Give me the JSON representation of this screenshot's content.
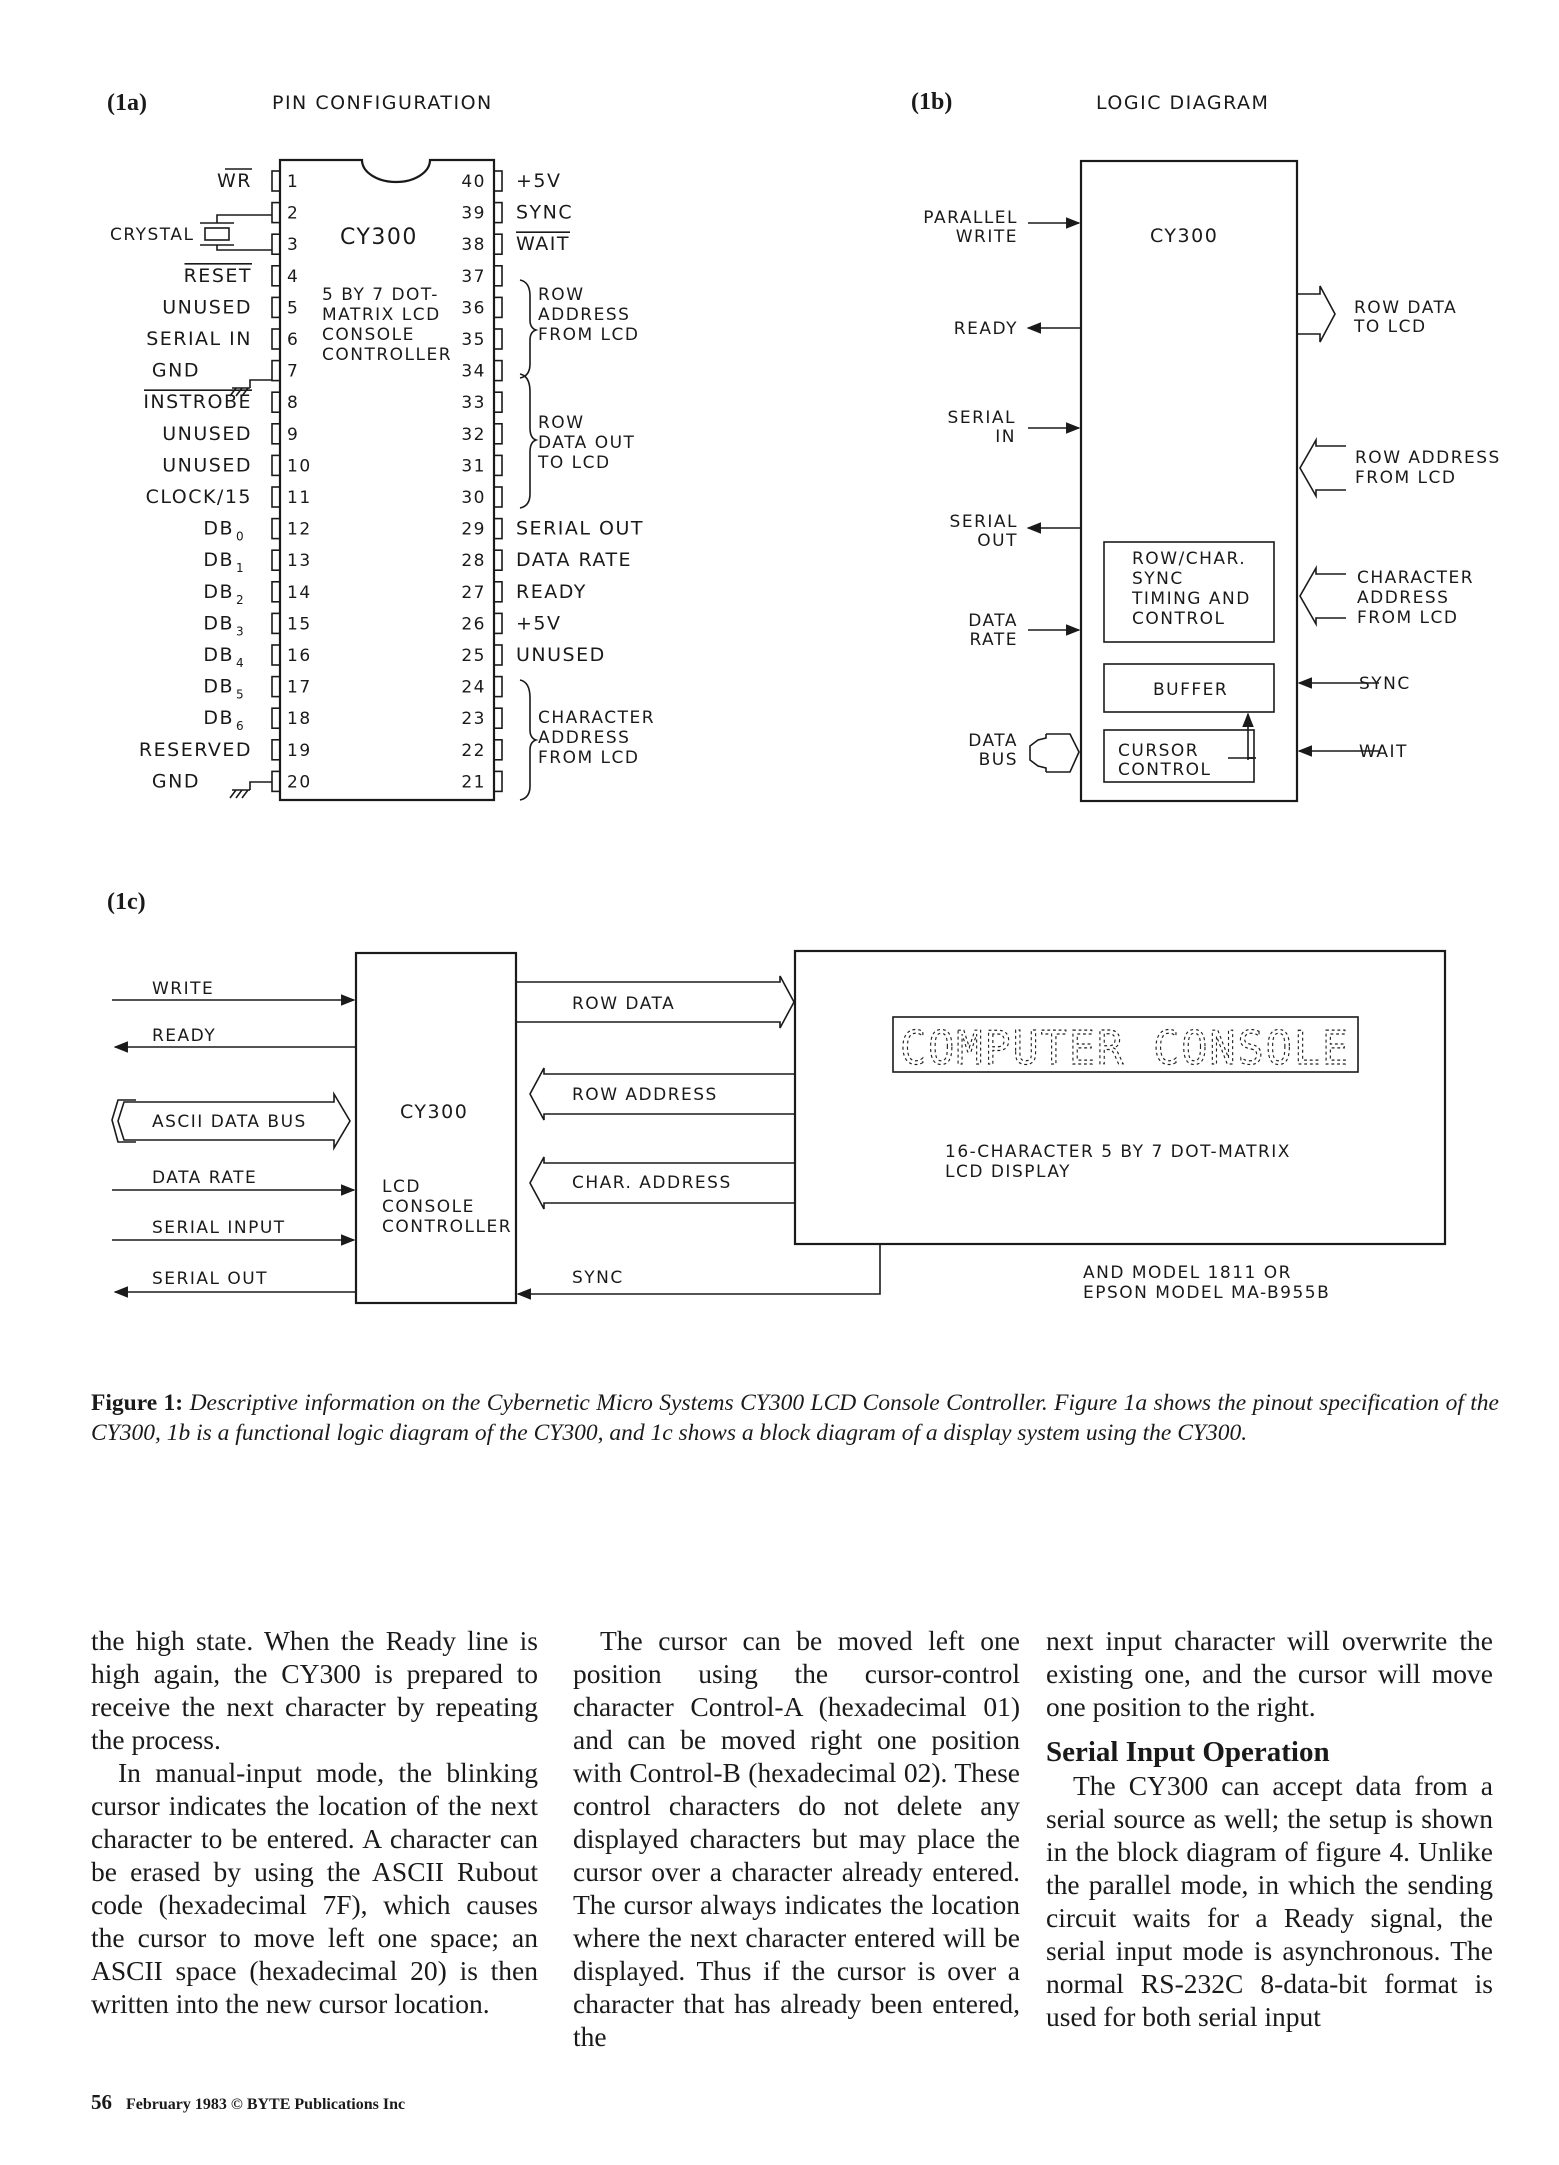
{
  "fig1a": {
    "label": "(1a)",
    "title": "PIN CONFIGURATION",
    "chip": {
      "name": "CY300",
      "desc": [
        "5 BY 7 DOT-",
        "MATRIX LCD",
        "CONSOLE",
        "CONTROLLER"
      ]
    },
    "left_pins": [
      {
        "num": "1",
        "name": "WR",
        "overline": true
      },
      {
        "num": "2",
        "name": "",
        "overline": false
      },
      {
        "num": "3",
        "name": "",
        "overline": false
      },
      {
        "num": "4",
        "name": "RESET",
        "overline": true
      },
      {
        "num": "5",
        "name": "UNUSED",
        "overline": false
      },
      {
        "num": "6",
        "name": "SERIAL IN",
        "overline": false
      },
      {
        "num": "7",
        "name": "GND",
        "overline": false
      },
      {
        "num": "8",
        "name": "INSTROBE",
        "overline": true
      },
      {
        "num": "9",
        "name": "UNUSED",
        "overline": false
      },
      {
        "num": "10",
        "name": "UNUSED",
        "overline": false
      },
      {
        "num": "11",
        "name": "CLOCK/15",
        "overline": false
      },
      {
        "num": "12",
        "name": "DB",
        "sub": "0",
        "overline": false
      },
      {
        "num": "13",
        "name": "DB",
        "sub": "1",
        "overline": false
      },
      {
        "num": "14",
        "name": "DB",
        "sub": "2",
        "overline": false
      },
      {
        "num": "15",
        "name": "DB",
        "sub": "3",
        "overline": false
      },
      {
        "num": "16",
        "name": "DB",
        "sub": "4",
        "overline": false
      },
      {
        "num": "17",
        "name": "DB",
        "sub": "5",
        "overline": false
      },
      {
        "num": "18",
        "name": "DB",
        "sub": "6",
        "overline": false
      },
      {
        "num": "19",
        "name": "RESERVED",
        "overline": false
      },
      {
        "num": "20",
        "name": "GND",
        "overline": false
      }
    ],
    "crystal_label": "CRYSTAL",
    "right_pins": [
      {
        "num": "40",
        "name": "+5V",
        "overline": false
      },
      {
        "num": "39",
        "name": "SYNC",
        "overline": false
      },
      {
        "num": "38",
        "name": "WAIT",
        "overline": true
      },
      {
        "num": "37",
        "name": ""
      },
      {
        "num": "36",
        "name": ""
      },
      {
        "num": "35",
        "name": ""
      },
      {
        "num": "34",
        "name": ""
      },
      {
        "num": "33",
        "name": ""
      },
      {
        "num": "32",
        "name": ""
      },
      {
        "num": "31",
        "name": ""
      },
      {
        "num": "30",
        "name": ""
      },
      {
        "num": "29",
        "name": "SERIAL OUT",
        "overline": false
      },
      {
        "num": "28",
        "name": "DATA RATE",
        "overline": false
      },
      {
        "num": "27",
        "name": "READY",
        "overline": false
      },
      {
        "num": "26",
        "name": "+5V",
        "overline": false
      },
      {
        "num": "25",
        "name": "UNUSED",
        "overline": false
      },
      {
        "num": "24",
        "name": ""
      },
      {
        "num": "23",
        "name": ""
      },
      {
        "num": "22",
        "name": ""
      },
      {
        "num": "21",
        "name": ""
      }
    ],
    "group_row_address": [
      "ROW",
      "ADDRESS",
      "FROM LCD"
    ],
    "group_row_data": [
      "ROW",
      "DATA OUT",
      "TO LCD"
    ],
    "group_char_address": [
      "CHARACTER",
      "ADDRESS",
      "FROM LCD"
    ]
  },
  "fig1b": {
    "label": "(1b)",
    "title": "LOGIC DIAGRAM",
    "chip_name": "CY300",
    "inputs": {
      "parallel_write": [
        "PARALLEL",
        "WRITE"
      ],
      "ready": "READY",
      "serial_in": [
        "SERIAL",
        "IN"
      ],
      "serial_out": [
        "SERIAL",
        "OUT"
      ],
      "data_rate": [
        "DATA",
        "RATE"
      ],
      "data_bus": [
        "DATA",
        "BUS"
      ]
    },
    "outputs": {
      "row_data": [
        "ROW DATA",
        "TO LCD"
      ],
      "row_address": [
        "ROW ADDRESS",
        "FROM LCD"
      ],
      "char_address": [
        "CHARACTER",
        "ADDRESS",
        "FROM LCD"
      ],
      "sync": "SYNC",
      "wait": "WAIT"
    },
    "blocks": {
      "timing": [
        "ROW/CHAR.",
        "SYNC",
        "TIMING AND",
        "CONTROL"
      ],
      "buffer": "BUFFER",
      "cursor": [
        "CURSOR",
        "CONTROL"
      ]
    }
  },
  "fig1c": {
    "label": "(1c)",
    "left_signals": {
      "write": "WRITE",
      "ready": "READY",
      "ascii_bus": "ASCII DATA BUS",
      "data_rate": "DATA RATE",
      "serial_input": "SERIAL INPUT",
      "serial_out": "SERIAL OUT"
    },
    "controller": {
      "name": "CY300",
      "desc": [
        "LCD",
        "CONSOLE",
        "CONTROLLER"
      ]
    },
    "buses": {
      "row_data": "ROW DATA",
      "row_address": "ROW ADDRESS",
      "char_address": "CHAR. ADDRESS",
      "sync": "SYNC"
    },
    "lcd_text": "COMPUTER CONSOLE",
    "display_desc": [
      "16-CHARACTER  5 BY 7 DOT-MATRIX",
      "LCD DISPLAY"
    ],
    "model_note": [
      "AND MODEL 1811 OR",
      "EPSON MODEL MA-B955B"
    ]
  },
  "caption": {
    "label": "Figure 1:",
    "text": "Descriptive information on the Cybernetic Micro Systems CY300 LCD Console Controller. Figure 1a shows the pinout specification of the CY300, 1b is a functional logic diagram of the CY300, and 1c shows a block diagram of a display system using the CY300."
  },
  "body": {
    "col1_p1": "the high state. When the Ready line is high again, the CY300 is prepared to receive the next character by repeating the process.",
    "col1_p2": "In manual-input mode, the blinking cursor indicates the location of the next character to be entered. A character can be erased by using the ASCII Rubout code (hexadecimal 7F), which causes the cursor to move left one space; an ASCII space (hexadecimal 20) is then written into the new cursor location.",
    "col2_p1": "The cursor can be moved left one position using the cursor-control character Control-A (hexadecimal 01) and can be moved right one position with Control-B (hexadecimal 02). These control characters do not delete any displayed characters but may place the cursor over a character already entered. The cursor always indicates the location where the next character entered will be displayed. Thus if the cursor is over a character that has already been entered, the",
    "col3_p1": "next input character will overwrite the existing one, and the cursor will move one position to the right.",
    "col3_heading": "Serial Input Operation",
    "col3_p2": "The CY300 can accept data from a serial source as well; the setup is shown in the block diagram of figure 4. Unlike the parallel mode, in which the sending circuit waits for a Ready signal, the serial input mode is asynchronous. The normal RS-232C 8-data-bit format is used for both serial input"
  },
  "footer": {
    "page_number": "56",
    "text": "February 1983 © BYTE Publications Inc"
  }
}
